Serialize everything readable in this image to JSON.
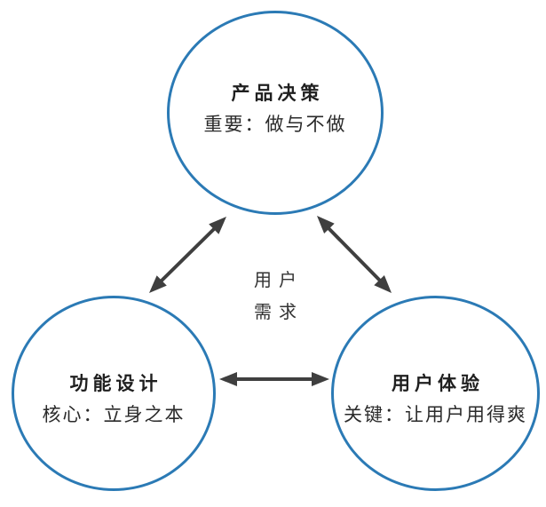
{
  "colors": {
    "circle_border": "#2b7ab5",
    "arrow": "#3f3f3f",
    "text": "#1f1f1f",
    "background": "#ffffff"
  },
  "center_label": {
    "line1": "用户",
    "line2": "需求"
  },
  "nodes": [
    {
      "id": "product-decision",
      "title": "产品决策",
      "subtitle": "重要：做与不做"
    },
    {
      "id": "function-design",
      "title": "功能设计",
      "subtitle": "核心：立身之本"
    },
    {
      "id": "user-experience",
      "title": "用户体验",
      "subtitle": "关键：让用户用得爽"
    }
  ],
  "connectors": [
    {
      "from": "产品决策",
      "to": "功能设计",
      "type": "bidirectional-arrow"
    },
    {
      "from": "产品决策",
      "to": "用户体验",
      "type": "bidirectional-arrow"
    },
    {
      "from": "功能设计",
      "to": "用户体验",
      "type": "bidirectional-arrow"
    }
  ]
}
